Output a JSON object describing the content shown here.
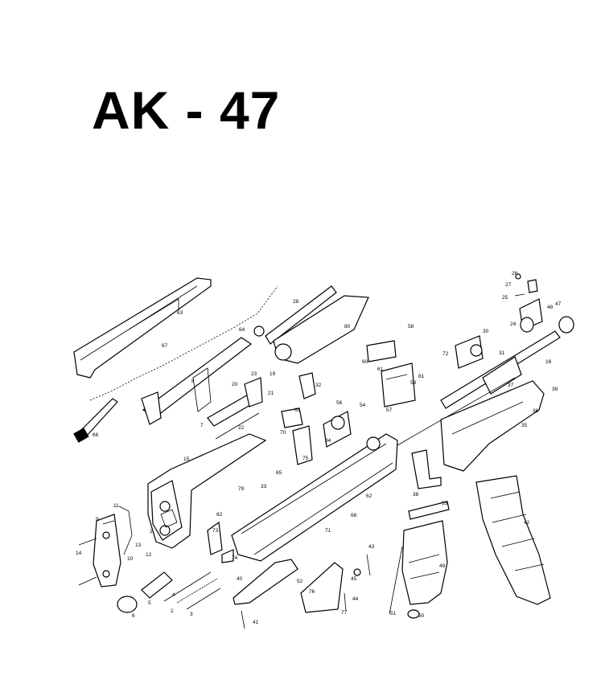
{
  "title": "AK - 47",
  "part_numbers": [
    "1",
    "2",
    "3",
    "4",
    "5",
    "6",
    "7",
    "8",
    "9",
    "10",
    "11",
    "12",
    "13",
    "14",
    "15",
    "16",
    "19",
    "20",
    "21",
    "22",
    "23",
    "24",
    "25",
    "26",
    "27",
    "28",
    "30",
    "31",
    "32",
    "33",
    "34",
    "35",
    "36",
    "37",
    "38",
    "39",
    "40",
    "41",
    "42",
    "43",
    "44",
    "45",
    "47",
    "48",
    "49",
    "50",
    "51",
    "52",
    "53",
    "54",
    "56",
    "57",
    "58",
    "59",
    "60",
    "61",
    "62",
    "63",
    "64",
    "65",
    "66",
    "67",
    "68",
    "69",
    "70",
    "71",
    "72",
    "73",
    "74",
    "75",
    "76",
    "77",
    "79",
    "80",
    "81",
    "82"
  ]
}
